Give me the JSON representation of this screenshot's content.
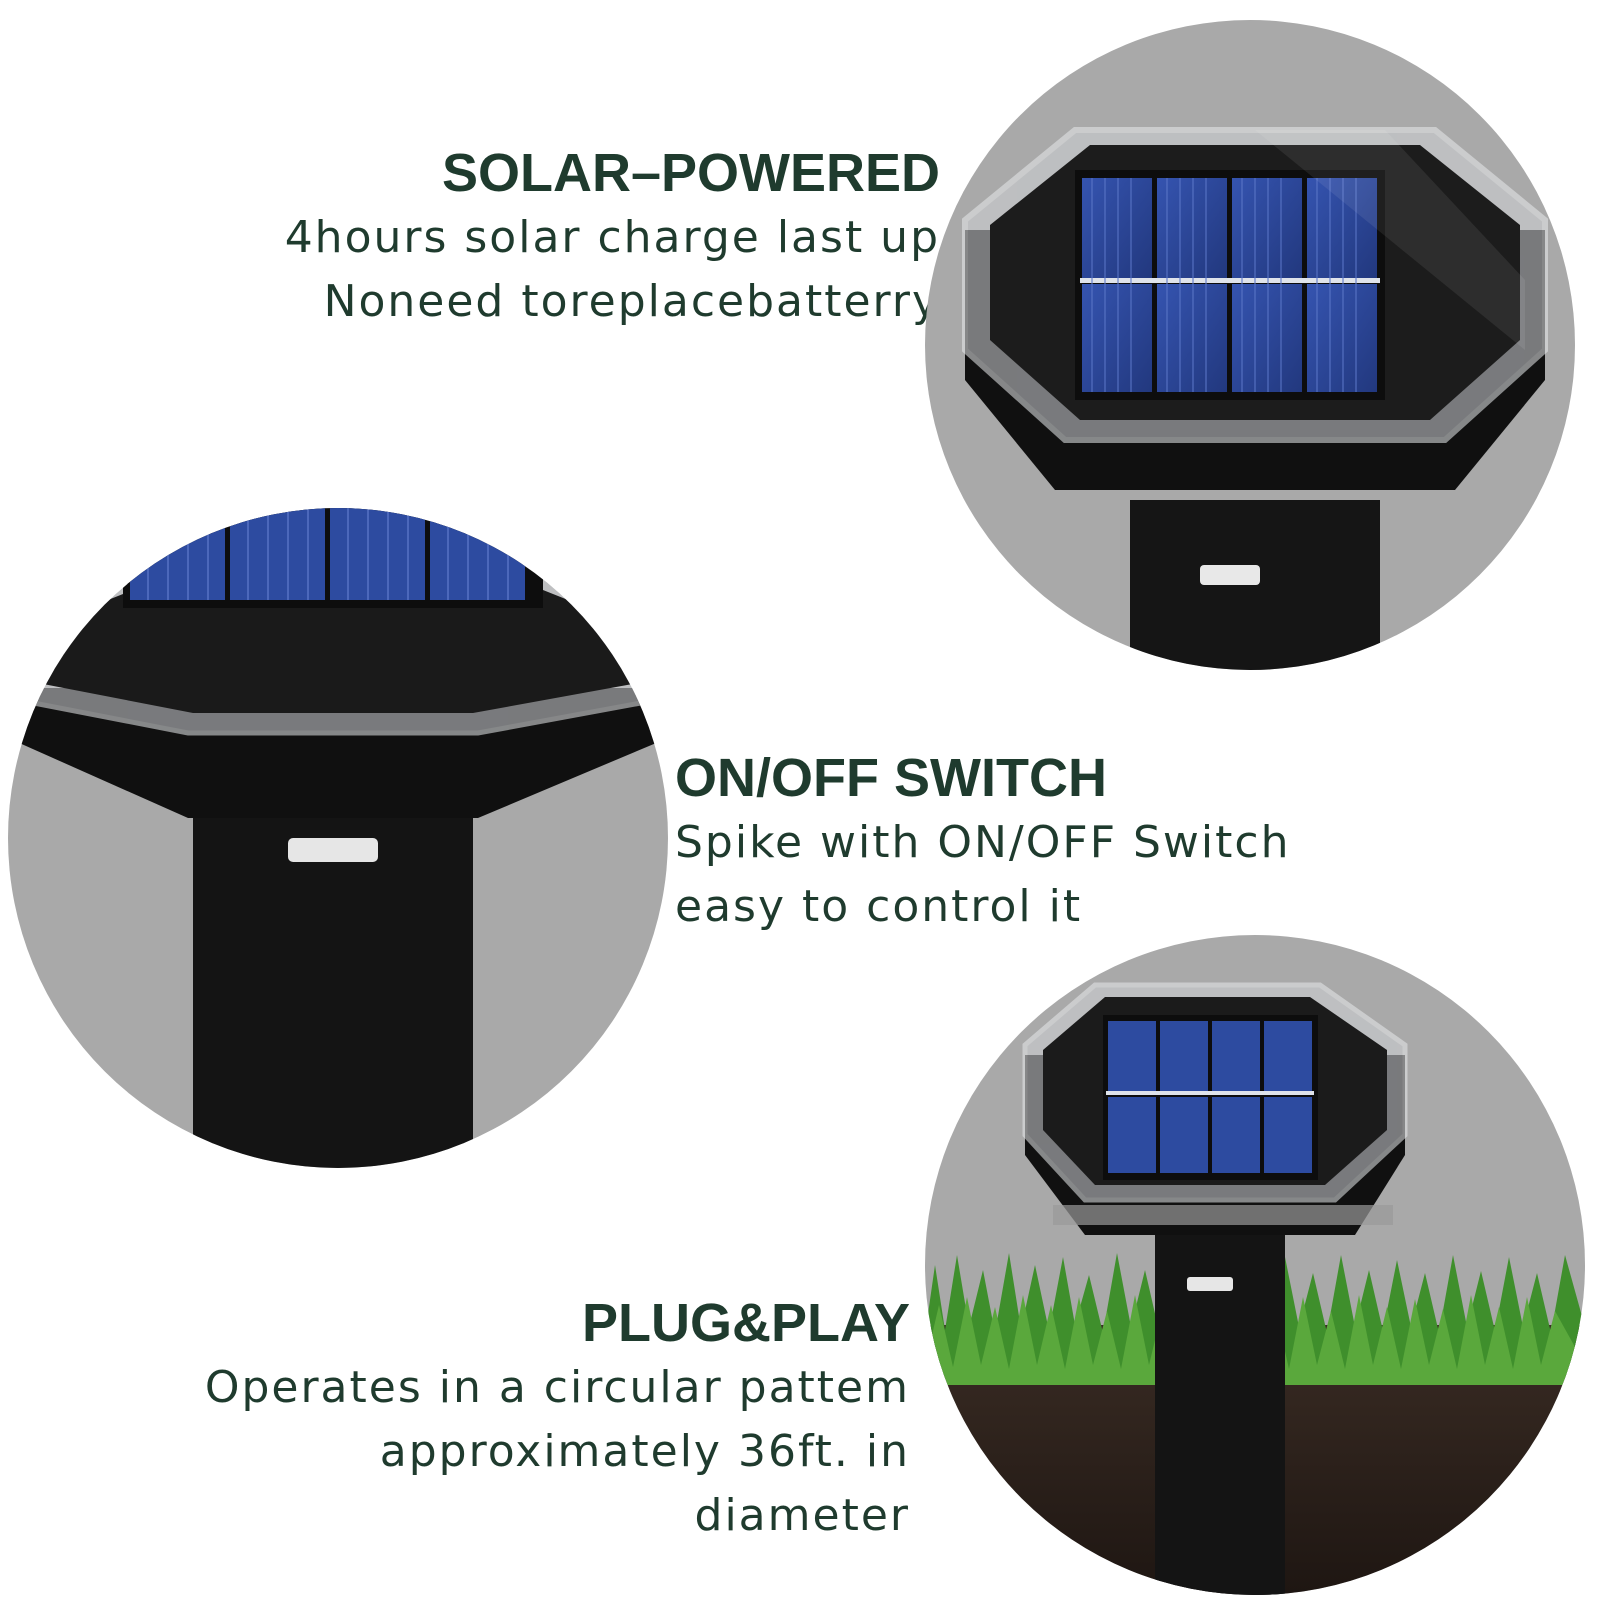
{
  "features": [
    {
      "title": "SOLAR–POWERED",
      "lines": [
        "4hours solar charge last up",
        "Noneed toreplacebatterry"
      ]
    },
    {
      "title": "ON/OFF SWITCH",
      "lines": [
        "Spike with ON/OFF Switch",
        "easy to control it"
      ]
    },
    {
      "title": "PLUG&PLAY",
      "lines": [
        "Operates in a circular pattem",
        "approximately 36ft. in diameter"
      ]
    }
  ],
  "colors": {
    "text": "#1f3b2e",
    "circle_bg": "#a9a9a9",
    "device_body": "#121212",
    "solar_cell": "#2d4ba0",
    "grass": "#3f8f2c",
    "soil": "#2a1f1a"
  }
}
